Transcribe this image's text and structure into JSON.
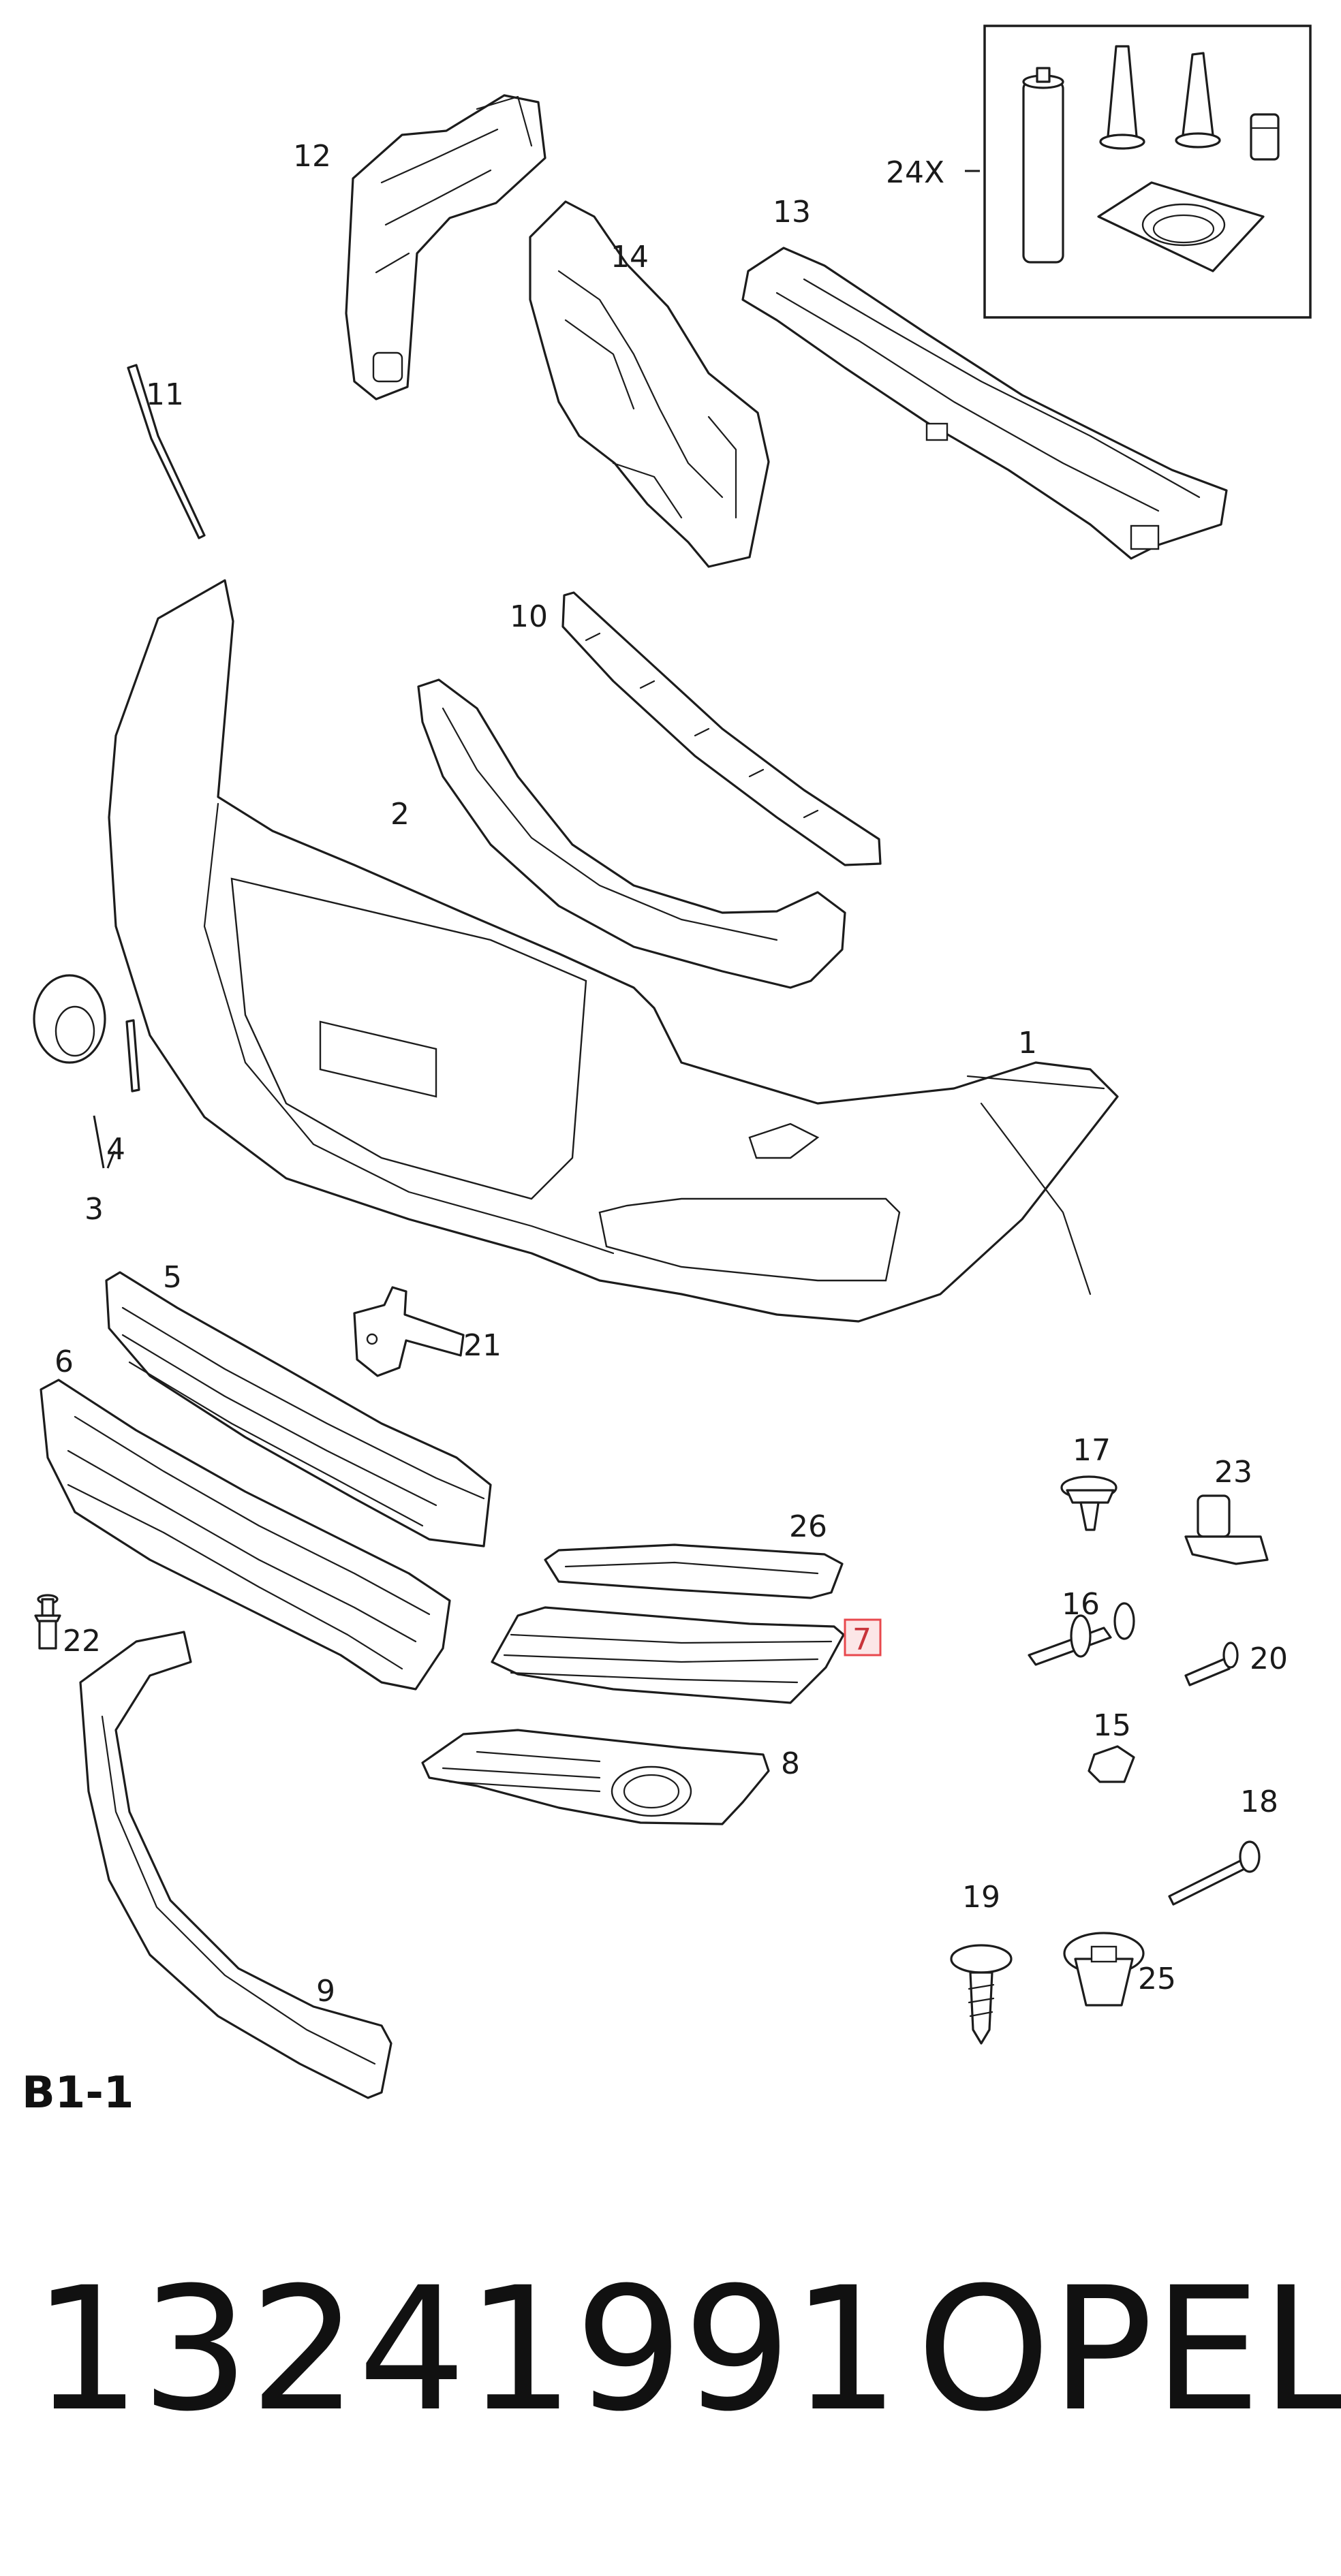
{
  "diagram": {
    "section_label": "B1-1",
    "highlighted_callout": "7",
    "highlight_color": "#e8484d",
    "callouts": [
      {
        "id": "1",
        "label": "1"
      },
      {
        "id": "2",
        "label": "2"
      },
      {
        "id": "3",
        "label": "3"
      },
      {
        "id": "4",
        "label": "4"
      },
      {
        "id": "5",
        "label": "5"
      },
      {
        "id": "6",
        "label": "6"
      },
      {
        "id": "7",
        "label": "7"
      },
      {
        "id": "8",
        "label": "8"
      },
      {
        "id": "9",
        "label": "9"
      },
      {
        "id": "10",
        "label": "10"
      },
      {
        "id": "11",
        "label": "11"
      },
      {
        "id": "12",
        "label": "12"
      },
      {
        "id": "13",
        "label": "13"
      },
      {
        "id": "14",
        "label": "14"
      },
      {
        "id": "15",
        "label": "15"
      },
      {
        "id": "16",
        "label": "16"
      },
      {
        "id": "17",
        "label": "17"
      },
      {
        "id": "18",
        "label": "18"
      },
      {
        "id": "19",
        "label": "19"
      },
      {
        "id": "20",
        "label": "20"
      },
      {
        "id": "21",
        "label": "21"
      },
      {
        "id": "22",
        "label": "22"
      },
      {
        "id": "23",
        "label": "23"
      },
      {
        "id": "24",
        "label": "24X"
      },
      {
        "id": "25",
        "label": "25"
      },
      {
        "id": "26",
        "label": "26"
      }
    ]
  },
  "footer": {
    "part_number": "13241991",
    "brand": "OPEL"
  }
}
